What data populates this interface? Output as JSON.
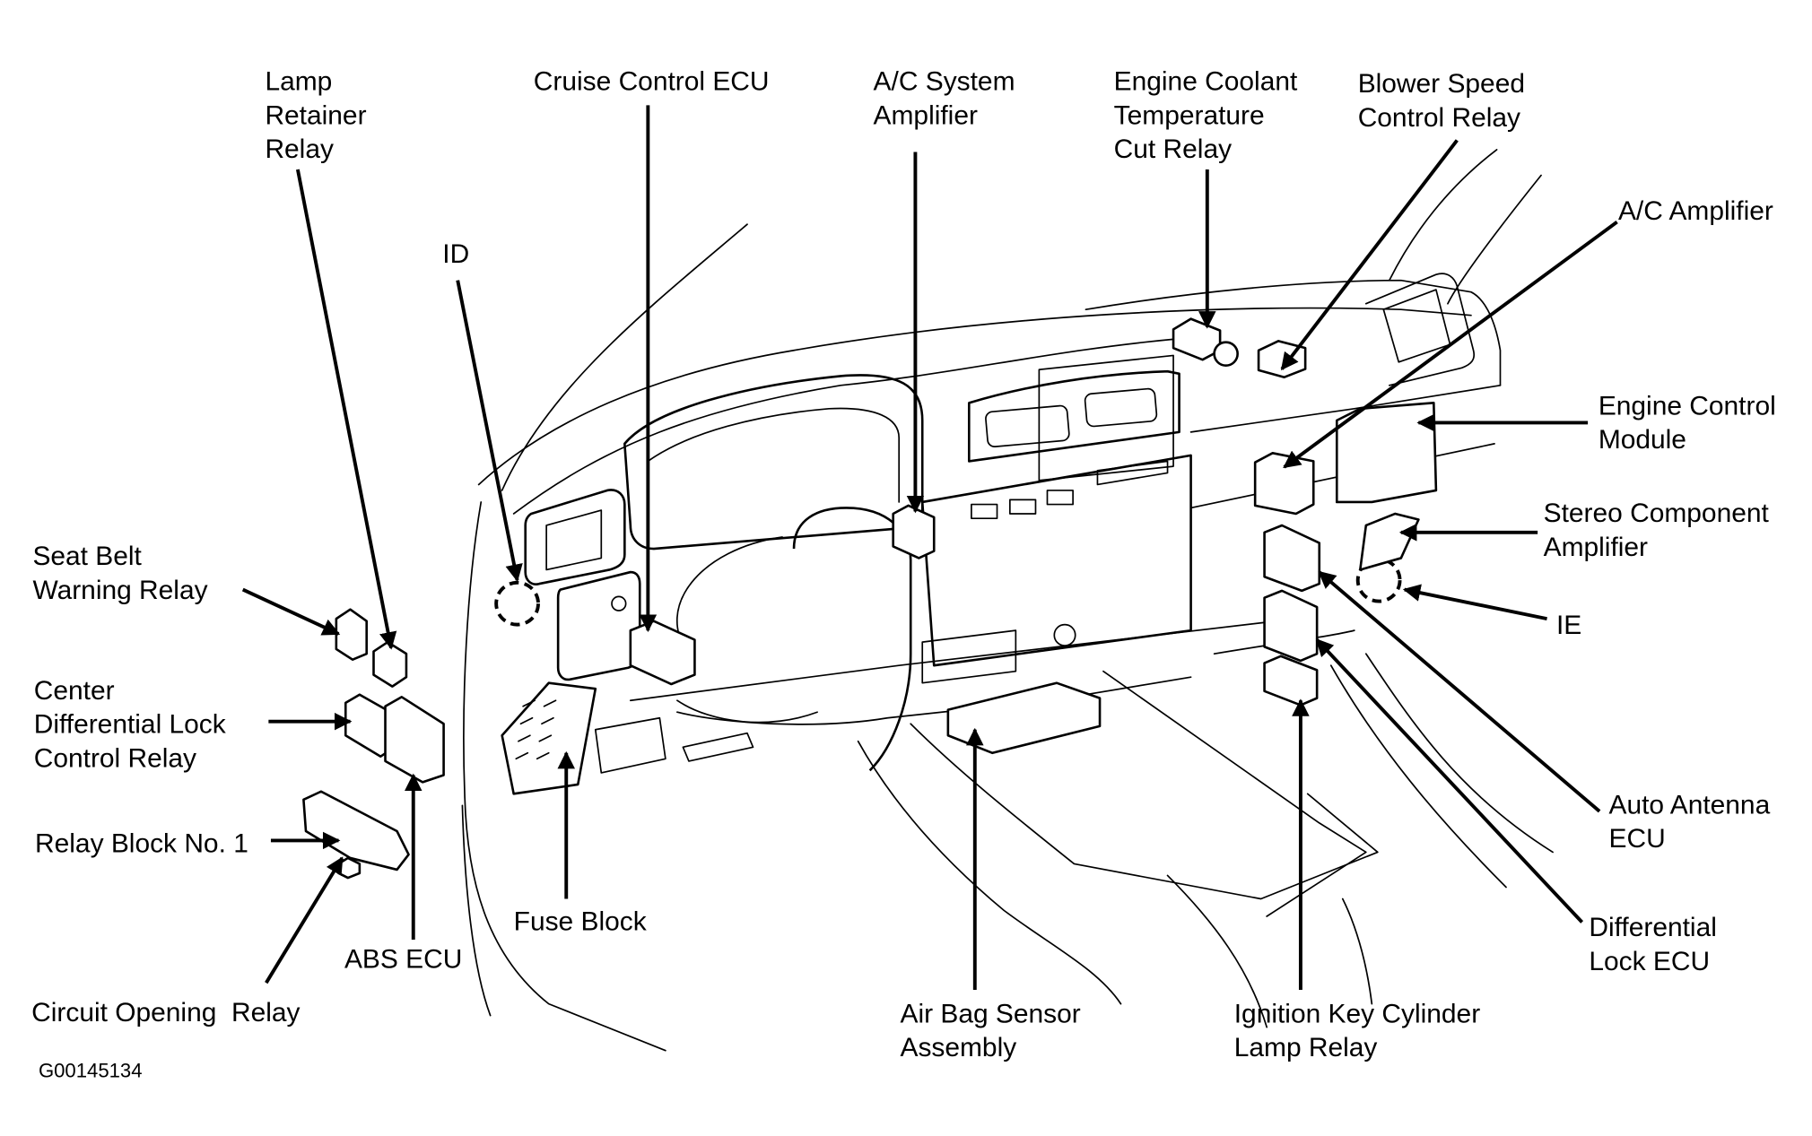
{
  "figure_code": "G00145134",
  "callouts": [
    {
      "id": "lamp-retainer-relay",
      "lines": [
        "Lamp",
        "Retainer",
        "Relay"
      ]
    },
    {
      "id": "cruise-control-ecu",
      "lines": [
        "Cruise Control ECU"
      ]
    },
    {
      "id": "ac-system-amplifier",
      "lines": [
        "A/C System",
        "Amplifier"
      ]
    },
    {
      "id": "engine-coolant-temperature-cut-relay",
      "lines": [
        "Engine Coolant",
        "Temperature",
        "Cut Relay"
      ]
    },
    {
      "id": "blower-speed-control-relay",
      "lines": [
        "Blower Speed",
        "Control Relay"
      ]
    },
    {
      "id": "ac-amplifier",
      "lines": [
        "A/C Amplifier"
      ]
    },
    {
      "id": "id-connector",
      "lines": [
        "ID"
      ]
    },
    {
      "id": "engine-control-module",
      "lines": [
        "Engine Control",
        "Module"
      ]
    },
    {
      "id": "stereo-component-amplifier",
      "lines": [
        "Stereo Component",
        "Amplifier"
      ]
    },
    {
      "id": "ie-connector",
      "lines": [
        "IE"
      ]
    },
    {
      "id": "seat-belt-warning-relay",
      "lines": [
        "Seat Belt",
        "Warning Relay"
      ]
    },
    {
      "id": "center-differential-lock-control-relay",
      "lines": [
        "Center",
        "Differential Lock",
        "Control Relay"
      ]
    },
    {
      "id": "relay-block-no-1",
      "lines": [
        "Relay Block No. 1"
      ]
    },
    {
      "id": "circuit-opening-relay",
      "lines": [
        "Circuit Opening  Relay"
      ]
    },
    {
      "id": "abs-ecu",
      "lines": [
        "ABS ECU"
      ]
    },
    {
      "id": "fuse-block",
      "lines": [
        "Fuse Block"
      ]
    },
    {
      "id": "air-bag-sensor-assembly",
      "lines": [
        "Air Bag Sensor",
        "Assembly"
      ]
    },
    {
      "id": "ignition-key-cylinder-lamp-relay",
      "lines": [
        "Ignition Key Cylinder",
        "Lamp Relay"
      ]
    },
    {
      "id": "auto-antenna-ecu",
      "lines": [
        "Auto Antenna",
        "ECU"
      ]
    },
    {
      "id": "differential-lock-ecu",
      "lines": [
        "Differential",
        "Lock ECU"
      ]
    }
  ]
}
